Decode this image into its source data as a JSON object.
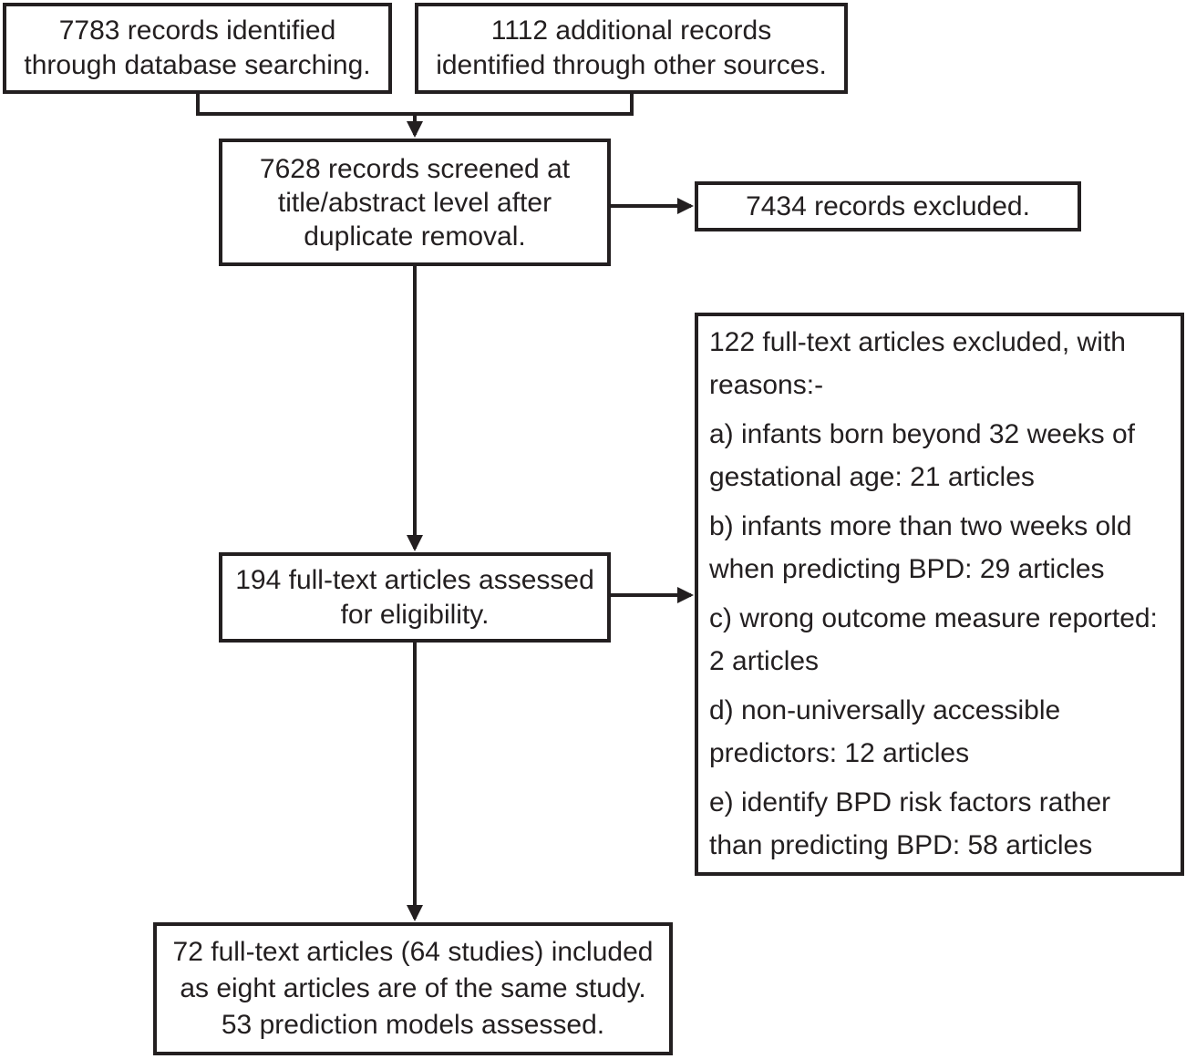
{
  "figure": {
    "type": "prisma-flow-diagram",
    "colors": {
      "ink": "#231f20",
      "background": "#ffffff"
    },
    "boxes": {
      "identified_database": {
        "lines": [
          "7783 records identified",
          "through database searching."
        ]
      },
      "identified_other_sources": {
        "lines": [
          "1112 additional records",
          "identified through other sources."
        ]
      },
      "screened": {
        "lines": [
          "7628 records screened at",
          "title/abstract level after",
          "duplicate removal."
        ]
      },
      "records_excluded": {
        "lines": [
          "7434 records excluded."
        ]
      },
      "fulltext_assessed": {
        "lines": [
          "194 full-text articles assessed",
          "for eligibility."
        ]
      },
      "fulltext_excluded": {
        "paragraphs": [
          {
            "lines": [
              "122 full-text articles excluded, with",
              "reasons:-"
            ]
          },
          {
            "lines": [
              "a) infants born beyond 32 weeks of",
              "gestational age: 21 articles"
            ]
          },
          {
            "lines": [
              "b) infants more than two weeks old",
              "when predicting BPD: 29 articles"
            ]
          },
          {
            "lines": [
              "c) wrong outcome measure reported:",
              "2 articles"
            ]
          },
          {
            "lines": [
              "d) non-universally accessible",
              "predictors: 12 articles"
            ]
          },
          {
            "lines": [
              "e) identify BPD risk factors rather",
              "than predicting BPD: 58 articles"
            ]
          }
        ]
      },
      "included": {
        "lines": [
          "72 full-text articles (64 studies) included",
          "as eight articles are of the same study.",
          "53 prediction models assessed."
        ]
      }
    }
  }
}
